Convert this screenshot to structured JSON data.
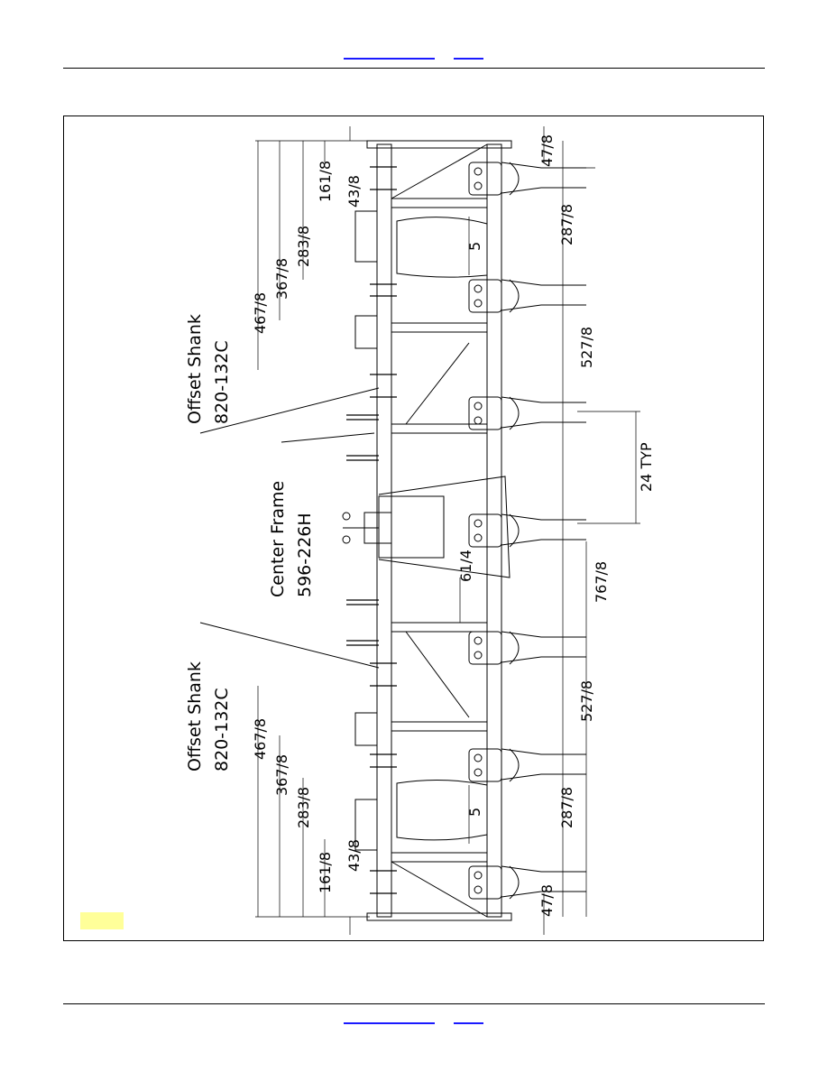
{
  "header": {
    "links": [
      "",
      ""
    ]
  },
  "footer": {
    "links": [
      "",
      ""
    ]
  },
  "drawing": {
    "callouts": {
      "offset_shank_top": {
        "line1": "Offset Shank",
        "line2": "820-132C"
      },
      "center_frame": {
        "line1": "Center Frame",
        "line2": "596-226H"
      },
      "offset_shank_bottom": {
        "line1": "Offset Shank",
        "line2": "820-132C"
      }
    },
    "dimensions": {
      "d161_top": "161/8",
      "d4_3_8_top": "43/8",
      "d28_3_8_top": "283/8",
      "d36_7_8_top": "367/8",
      "d46_7_8_top": "467/8",
      "d5_top": "5",
      "d4_7_8_right_top": "47/8",
      "d28_7_8_right_top": "287/8",
      "d52_7_8_right_top": "527/8",
      "d24_typ": "24 TYP",
      "d6_1_4": "61/4",
      "d76_7_8": "767/8",
      "d52_7_8_right_bottom": "527/8",
      "d46_7_8_bottom": "467/8",
      "d36_7_8_bottom": "367/8",
      "d28_3_8_bottom": "283/8",
      "d5_bottom": "5",
      "d28_7_8_right_bottom": "287/8",
      "d4_3_8_bottom": "43/8",
      "d161_bottom": "161/8",
      "d4_7_8_right_bottom": "47/8"
    }
  }
}
